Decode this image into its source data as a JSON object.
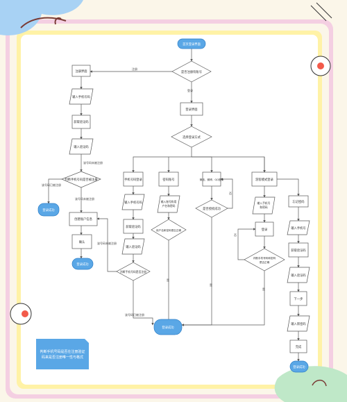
{
  "diagram": {
    "nodes": {
      "start": "首页登录界面",
      "d_has_account": "是否注册有账号",
      "register": "注册界面",
      "input_phone_r": "输入手机号码",
      "get_code_r": "获取验证码",
      "input_code_r": "输入验证码",
      "d_phone_registered": "判断手机号码是否被注册",
      "end_login_r": "登录成功",
      "create_acct": "创建账户信息",
      "confirm": "确认",
      "end_login_c": "登录成功",
      "login_page": "登录界面",
      "d_login_method": "选择登录方式",
      "phone_login": "手机号码登录",
      "pwd_login": "密码账号",
      "third_login": "微信、微博、QQ登录",
      "guest_login": "游客模式登录",
      "input_phone_p": "输入手机号码",
      "get_code_p": "获取验证码",
      "input_code_p": "输入验证码",
      "d_phone_registered_p": "判断手机号码是否注册",
      "input_acct_pwd": "输入账号和用户名和密码",
      "d_acct_pwd": "用户名和密码是否正确",
      "d_auth_ok": "是否授权成功",
      "input_phone_acct": "输入手机号和密码",
      "login_btn": "登录",
      "d_phone_acct": "判断手机号码和密码是否正确",
      "forgot_pwd": "忘记密码",
      "input_phone_f": "输入手机号",
      "get_code_f": "获取验证码",
      "input_code_f": "输入验证码",
      "next_step": "下一步",
      "input_new_pwd": "输入新密码",
      "done": "完成",
      "end_login_f": "登录成功",
      "end_main": "登录成功"
    },
    "edge_labels": {
      "e_yes": "是",
      "e_no": "否",
      "e_reg_not_registered": "该号码未被注册",
      "e_reg_registered": "该号码已被注册",
      "e_reg_registered_2": "该号码已被注册",
      "e_reg_not_2": "该号码未被注册",
      "e_reg_registered_p": "该号码已被注册",
      "e_reg_not_p": "该号码未被注册",
      "e_reg_login": "注册",
      "e_login": "登录",
      "e_yes2": "是",
      "e_no2": "否",
      "e_yes3": "是",
      "e_no3": "否",
      "e_yes4": "是",
      "e_no4": "否"
    },
    "note": "判断手机号码是否在注册验证码来是否注册唯一性与格式",
    "colors": {
      "terminal": "#5aa7e6",
      "terminal_stroke": "#2f7fc7",
      "box": "#ffffff",
      "stroke": "#555555",
      "frame_outer": "#f3c9df",
      "frame_inner": "#fff1a8",
      "note_bg": "#5aa7e6"
    }
  }
}
